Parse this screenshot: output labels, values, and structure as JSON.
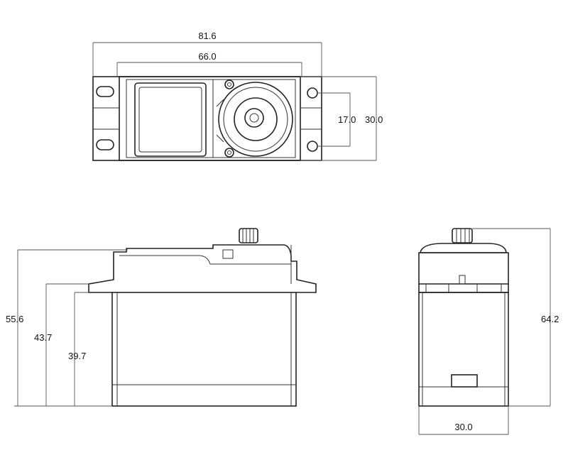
{
  "dimensions": {
    "overall_width": "81.6",
    "mount_hole_spacing": "66.0",
    "mount_hole_pitch": "17.0",
    "body_width_top": "30.0",
    "top_flange_height": "55.6",
    "flange_top_height": "43.7",
    "flange_bottom_height": "39.7",
    "total_height": "64.2",
    "body_width_side": "30.0"
  },
  "colors": {
    "line": "#222222",
    "dimension": "#555555",
    "background": "#ffffff"
  }
}
